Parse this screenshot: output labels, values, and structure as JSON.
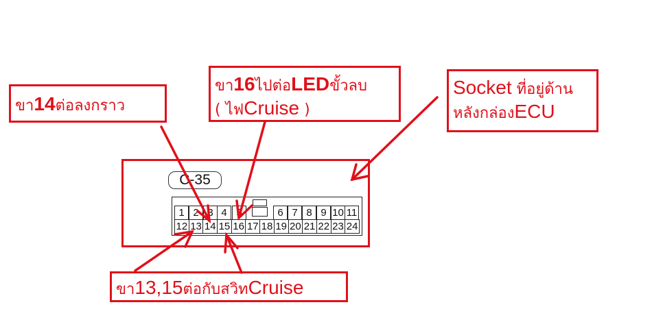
{
  "colors": {
    "annotation": "#e0101a",
    "drawing": "#222222"
  },
  "callouts": {
    "pin14": {
      "prefix": "ขา",
      "number": "14",
      "suffix": "ต่อลงกราว"
    },
    "pin16": {
      "prefix": "ขา",
      "number": "16",
      "mid": "ไปต่อ",
      "led": "LED",
      "suffix": "ขั้วลบ",
      "line2_open": "( ไฟ",
      "cruise": "Cruise",
      "line2_close": " )"
    },
    "socket": {
      "socket": "Socket",
      "line1": " ที่อยู่ด้าน",
      "line2": "หลังกล่อง",
      "ecu": "ECU"
    },
    "pin13_15": {
      "prefix": "ขา",
      "numbers": "13,15",
      "mid": "ต่อกับสวิท",
      "cruise": "Cruise"
    }
  },
  "connector": {
    "label": "C-35",
    "top_row": [
      "1",
      "2",
      "3",
      "4",
      "5",
      "6",
      "7",
      "8",
      "9",
      "10",
      "11"
    ],
    "bottom_row": [
      "12",
      "13",
      "14",
      "15",
      "16",
      "17",
      "18",
      "19",
      "20",
      "21",
      "22",
      "23",
      "24"
    ]
  }
}
